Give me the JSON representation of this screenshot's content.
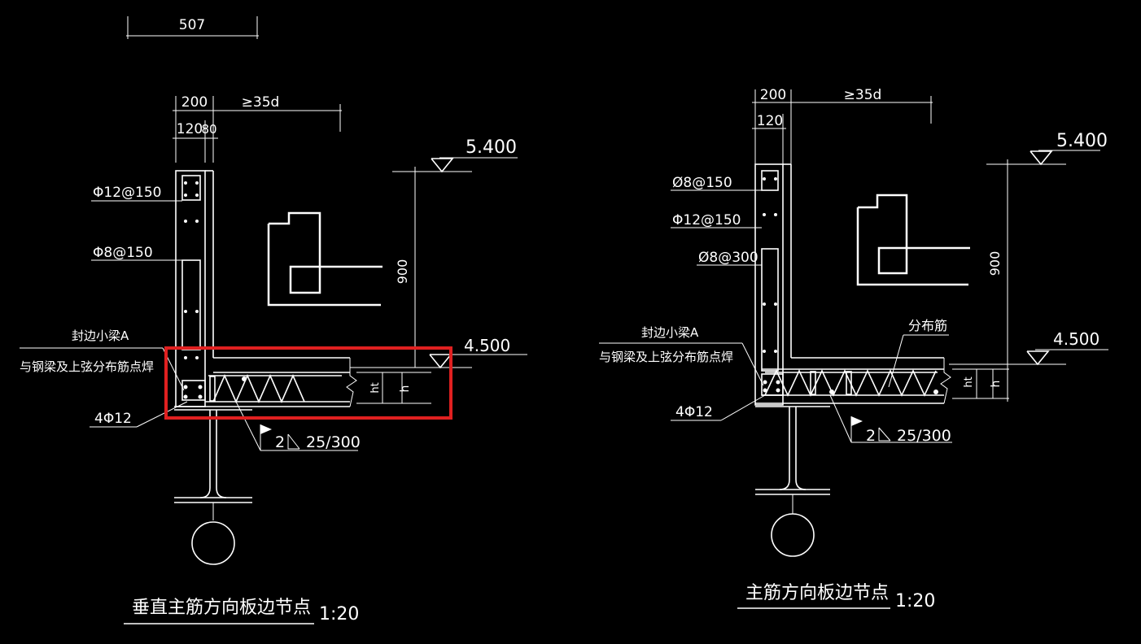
{
  "highlight_color": "#e02020",
  "left_detail": {
    "dim_top": "507",
    "dim_200": "200",
    "dim_35d": "≥35d",
    "dim_120": "120",
    "dim_80": "80",
    "rebar_1": "Φ12@150",
    "rebar_2": "Φ8@150",
    "elev_top": "5.400",
    "elev_slab": "4.500",
    "dim_900": "900",
    "beam_label": "封边小梁A",
    "weld_note": "与钢梁及上弦分布筋点焊",
    "bars": "4Φ12",
    "weld_symbol": "2",
    "weld_spec": "25/300",
    "ht_label": "ht",
    "h_label": "h",
    "title": "垂直主筋方向板边节点",
    "scale": "1:20"
  },
  "right_detail": {
    "dim_200": "200",
    "dim_35d": "≥35d",
    "dim_120": "120",
    "rebar_1": "Ø8@150",
    "rebar_2": "Φ12@150",
    "rebar_3": "Ø8@300",
    "elev_top": "5.400",
    "elev_slab": "4.500",
    "dim_900": "900",
    "dist_bar": "分布筋",
    "beam_label": "封边小梁A",
    "weld_note": "与钢梁及上弦分布筋点焊",
    "bars": "4Φ12",
    "weld_symbol": "2",
    "weld_spec": "25/300",
    "ht_label": "ht",
    "h_label": "h",
    "title": "主筋方向板边节点",
    "scale": "1:20"
  }
}
